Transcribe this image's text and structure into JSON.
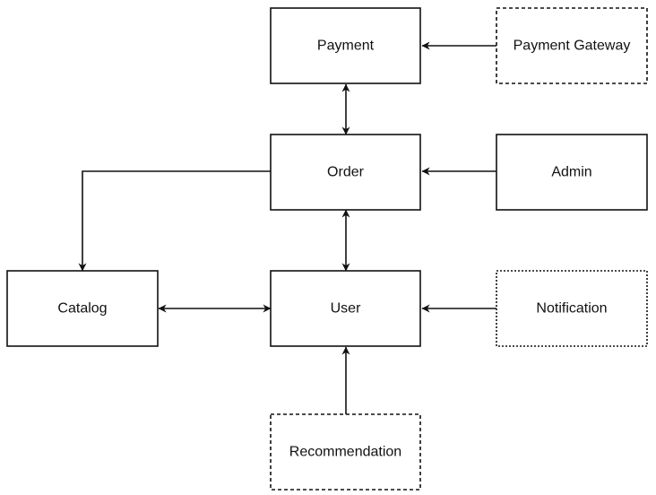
{
  "nodes": {
    "payment": {
      "label": "Payment"
    },
    "payment_gateway": {
      "label": "Payment Gateway"
    },
    "order": {
      "label": "Order"
    },
    "admin": {
      "label": "Admin"
    },
    "catalog": {
      "label": "Catalog"
    },
    "user": {
      "label": "User"
    },
    "notification": {
      "label": "Notification"
    },
    "recommendation": {
      "label": "Recommendation"
    }
  },
  "edges": [
    {
      "from": "Payment Gateway",
      "to": "Payment",
      "direction": "one-way"
    },
    {
      "from": "Payment",
      "to": "Order",
      "direction": "two-way"
    },
    {
      "from": "Admin",
      "to": "Order",
      "direction": "one-way"
    },
    {
      "from": "Order",
      "to": "Catalog",
      "direction": "one-way"
    },
    {
      "from": "Order",
      "to": "User",
      "direction": "two-way"
    },
    {
      "from": "Catalog",
      "to": "User",
      "direction": "two-way"
    },
    {
      "from": "Notification",
      "to": "User",
      "direction": "one-way"
    },
    {
      "from": "Recommendation",
      "to": "User",
      "direction": "one-way"
    }
  ],
  "colors": {
    "stroke": "#111111",
    "background": "#ffffff"
  }
}
